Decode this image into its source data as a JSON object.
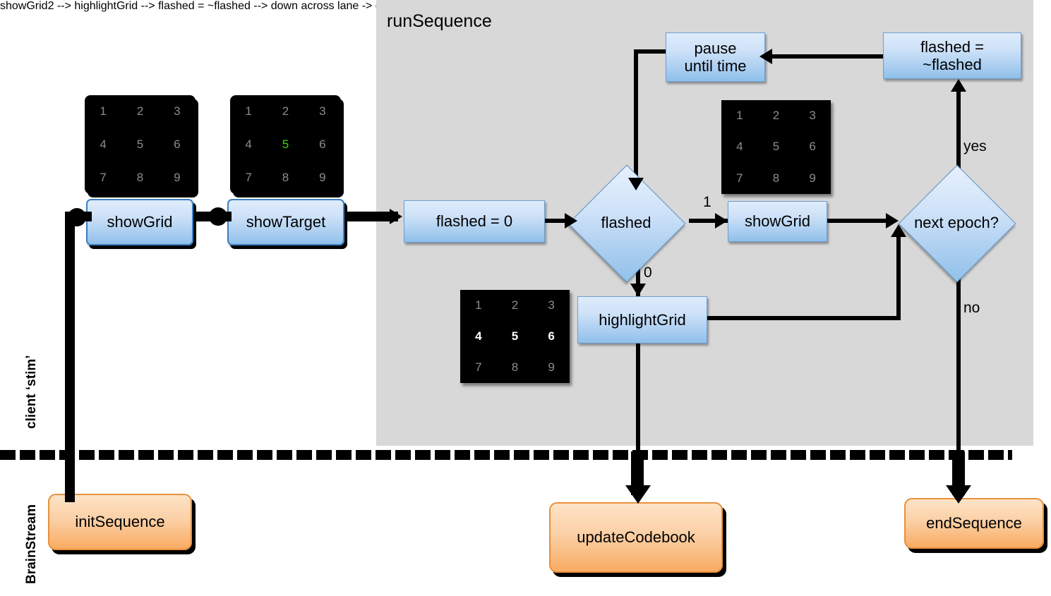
{
  "diagram": {
    "title": "runSequence",
    "lanes": [
      {
        "id": "stim",
        "label": "client ‘stim’"
      },
      {
        "id": "brainstream",
        "label": "BrainStream"
      }
    ],
    "nodes": [
      {
        "id": "showGrid1",
        "label": "showGrid",
        "shape": "rounded-rect",
        "color": "blue",
        "lane": "stim"
      },
      {
        "id": "showTarget",
        "label": "showTarget",
        "shape": "rounded-rect",
        "color": "blue",
        "lane": "stim"
      },
      {
        "id": "flashedInit",
        "label": "flashed = 0",
        "shape": "rect",
        "color": "blue",
        "lane": "stim"
      },
      {
        "id": "flashed",
        "label": "flashed",
        "shape": "diamond",
        "color": "blue",
        "lane": "stim"
      },
      {
        "id": "showGrid2",
        "label": "showGrid",
        "shape": "rect",
        "color": "blue",
        "lane": "stim"
      },
      {
        "id": "highlightGrid",
        "label": "highlightGrid",
        "shape": "rect",
        "color": "blue",
        "lane": "stim"
      },
      {
        "id": "nextEpoch",
        "label": "next epoch?",
        "shape": "diamond",
        "color": "blue",
        "lane": "stim"
      },
      {
        "id": "flashedToggle",
        "label": "flashed =\n~flashed",
        "line1": "flashed =",
        "line2": "~flashed",
        "shape": "rect",
        "color": "blue",
        "lane": "stim"
      },
      {
        "id": "pause",
        "label": "pause\nuntil time",
        "line1": "pause",
        "line2": "until time",
        "shape": "rect",
        "color": "blue",
        "lane": "stim"
      },
      {
        "id": "initSequence",
        "label": "initSequence",
        "shape": "rounded-rect",
        "color": "orange",
        "lane": "brainstream"
      },
      {
        "id": "updateCodebook",
        "label": "updateCodebook",
        "shape": "rounded-rect",
        "color": "orange",
        "lane": "brainstream"
      },
      {
        "id": "endSequence",
        "label": "endSequence",
        "shape": "rounded-rect",
        "color": "orange",
        "lane": "brainstream"
      }
    ],
    "edge_labels": {
      "flashed_true": "1",
      "flashed_false": "0",
      "next_epoch_yes": "yes",
      "next_epoch_no": "no"
    },
    "grids": [
      {
        "id": "grid-showgrid-left",
        "cells": [
          "1",
          "2",
          "3",
          "4",
          "5",
          "6",
          "7",
          "8",
          "9"
        ],
        "highlighted": [],
        "target": null
      },
      {
        "id": "grid-showtarget",
        "cells": [
          "1",
          "2",
          "3",
          "4",
          "5",
          "6",
          "7",
          "8",
          "9"
        ],
        "highlighted": [],
        "target": "5"
      },
      {
        "id": "grid-showgrid-right",
        "cells": [
          "1",
          "2",
          "3",
          "4",
          "5",
          "6",
          "7",
          "8",
          "9"
        ],
        "highlighted": [],
        "target": null
      },
      {
        "id": "grid-highlightgrid",
        "cells": [
          "1",
          "2",
          "3",
          "4",
          "5",
          "6",
          "7",
          "8",
          "9"
        ],
        "highlighted": [
          "4",
          "5",
          "6"
        ],
        "target": null
      }
    ],
    "colors": {
      "panel_background": "#d8d8d8",
      "blue_fill_top": "#dfecfb",
      "blue_fill_bottom": "#8fc0ea",
      "blue_border": "#6e9fd0",
      "orange_fill_top": "#fde3c6",
      "orange_fill_bottom": "#f9ab62",
      "orange_border": "#e8913d",
      "grid_background": "#000000",
      "grid_digit": "#8c8c8c",
      "grid_digit_highlight": "#ffffff",
      "grid_digit_target": "#33dd00",
      "connector": "#000000"
    }
  }
}
